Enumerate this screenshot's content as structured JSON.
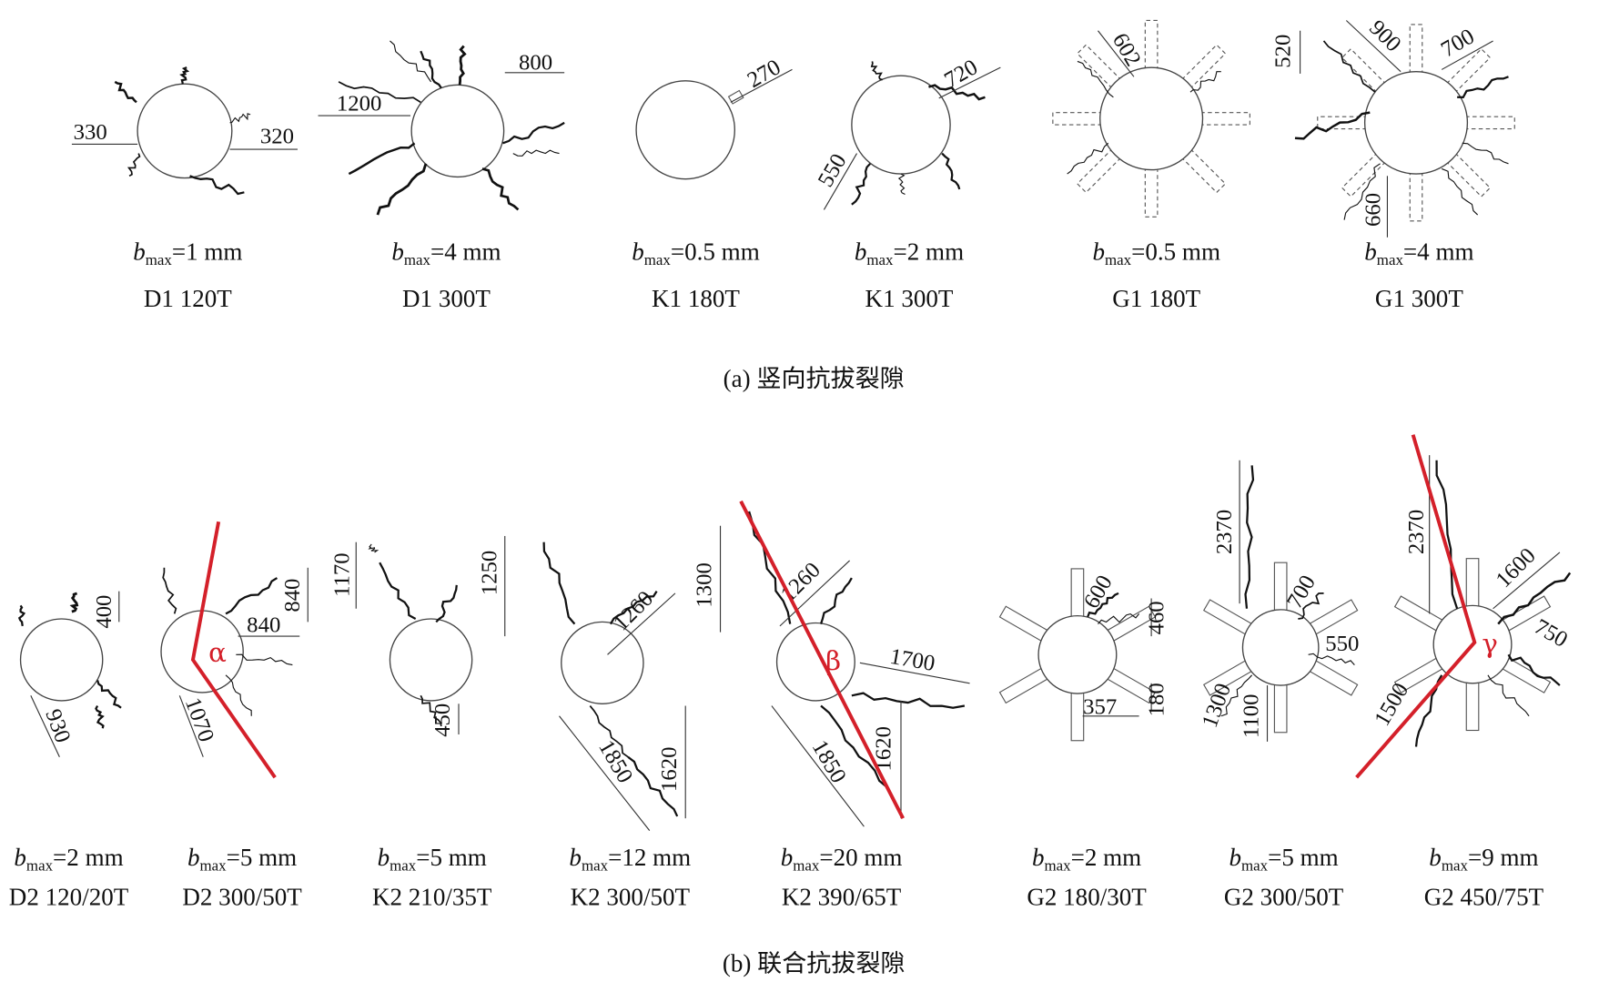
{
  "figure": {
    "bmax_symbol": "b",
    "bmax_subscript": "max",
    "accent_color": "#d4202a",
    "caption_a": "(a) 竖向抗拔裂隙",
    "caption_b": "(b) 联合抗拔裂隙",
    "top": [
      {
        "name": "D1 120T",
        "bmax": "=1 mm",
        "dims": [
          "330",
          "320"
        ]
      },
      {
        "name": "D1 300T",
        "bmax": "=4 mm",
        "dims": [
          "1200",
          "800"
        ]
      },
      {
        "name": "K1 180T",
        "bmax": "=0.5 mm",
        "dims": [
          "270"
        ]
      },
      {
        "name": "K1 300T",
        "bmax": "=2 mm",
        "dims": [
          "720",
          "550"
        ]
      },
      {
        "name": "G1 180T",
        "bmax": "=0.5 mm",
        "dims": [
          "602"
        ]
      },
      {
        "name": "G1 300T",
        "bmax": "=4 mm",
        "dims": [
          "900",
          "700",
          "520",
          "660"
        ]
      }
    ],
    "bottom": [
      {
        "name": "D2 120/20T",
        "bmax": "=2 mm",
        "dims": [
          "400",
          "930"
        ]
      },
      {
        "name": "D2 300/50T",
        "bmax": "=5 mm",
        "dims": [
          "840",
          "840",
          "1070"
        ],
        "angle": "α"
      },
      {
        "name": "K2 210/35T",
        "bmax": "=5 mm",
        "dims": [
          "1170",
          "450"
        ]
      },
      {
        "name": "K2 300/50T",
        "bmax": "=12 mm",
        "dims": [
          "1250",
          "1260",
          "1850",
          "1620"
        ]
      },
      {
        "name": "K2 390/65T",
        "bmax": "=20 mm",
        "dims": [
          "1300",
          "1260",
          "1700",
          "1850",
          "1620"
        ],
        "angle": "β"
      },
      {
        "name": "G2 180/30T",
        "bmax": "=2 mm",
        "dims": [
          "600",
          "460",
          "180",
          "357"
        ]
      },
      {
        "name": "G2 300/50T",
        "bmax": "=5 mm",
        "dims": [
          "2370",
          "700",
          "550",
          "1300",
          "1100"
        ]
      },
      {
        "name": "G2 450/75T",
        "bmax": "=9 mm",
        "dims": [
          "2370",
          "1600",
          "750",
          "1500"
        ],
        "angle": "γ"
      }
    ]
  }
}
